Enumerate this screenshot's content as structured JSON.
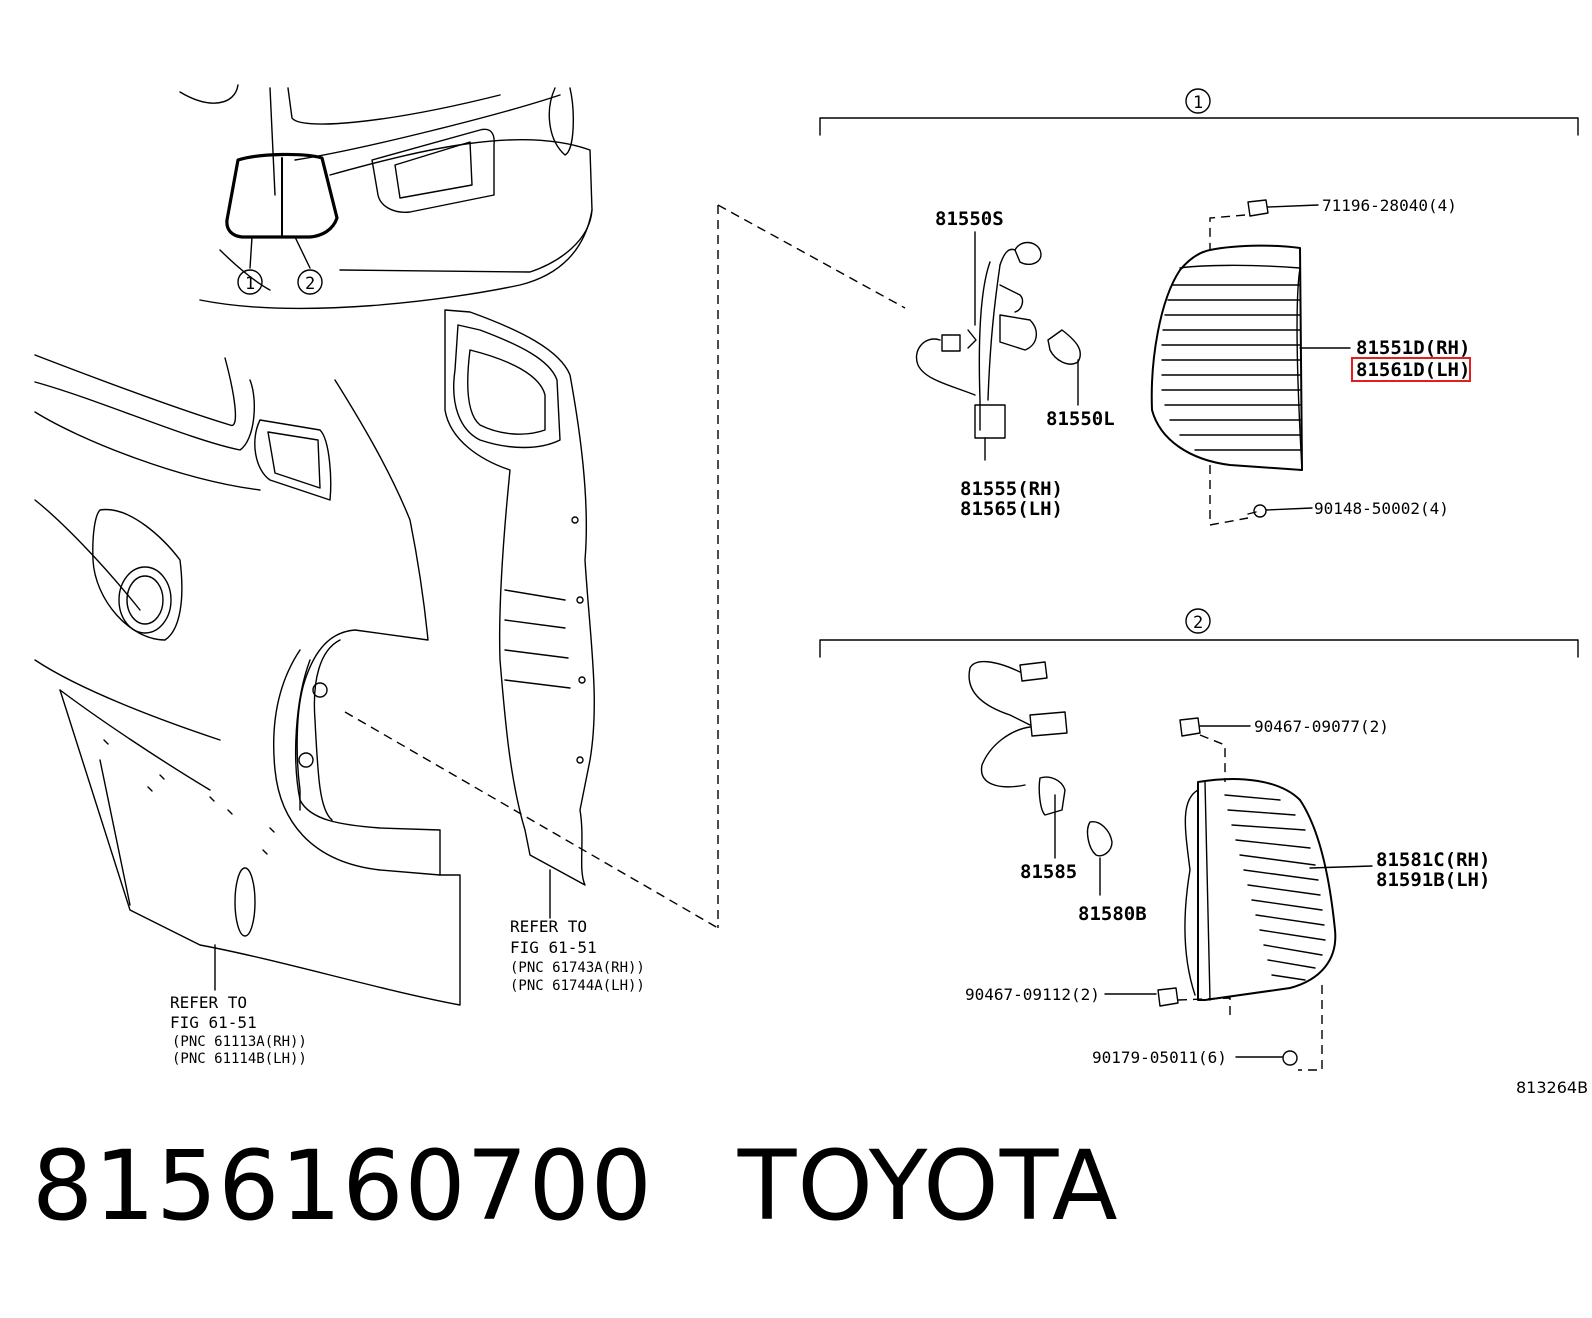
{
  "callouts": {
    "one": "1",
    "two": "2"
  },
  "group1": {
    "socket_wire": "81550S",
    "bulb": "81550L",
    "wire_rh": "81555(RH)",
    "wire_lh": "81565(LH)",
    "lamp_rh": "81551D(RH)",
    "lamp_lh": "81561D(LH)",
    "clip": "71196-28040(4)",
    "screw": "90148-50002(4)"
  },
  "group2": {
    "socket_wire": "81585",
    "bulb": "81580B",
    "lamp_rh": "81581C(RH)",
    "lamp_lh": "81591B(LH)",
    "clip_top": "90467-09077(2)",
    "clip_bottom": "90467-09112(2)",
    "screw": "90179-05011(6)"
  },
  "refs": {
    "left": {
      "line1": "REFER TO",
      "line2": "FIG 61-51",
      "pnc1": "(PNC 61113A(RH))",
      "pnc2": "(PNC 61114B(LH))"
    },
    "right": {
      "line1": "REFER TO",
      "line2": "FIG 61-51",
      "pnc1": "(PNC 61743A(RH))",
      "pnc2": "(PNC 61744A(LH))"
    }
  },
  "diagram_code": "813264B",
  "highlight_color": "#e0201e",
  "footer": {
    "part_number": "8156160700",
    "brand": "TOYOTA"
  }
}
